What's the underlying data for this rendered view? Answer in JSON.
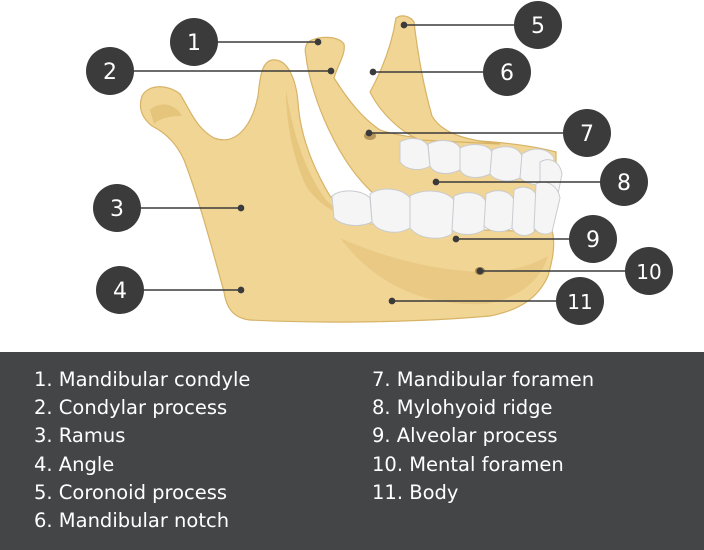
{
  "colors": {
    "bone": "#f1d594",
    "bone_shade": "#e2bf74",
    "bone_outline": "#d7b367",
    "tooth": "#f5f5f6",
    "tooth_edge": "#c9cbd0",
    "label_badge": "#3b3b3c",
    "leader_line": "#3b3b3c",
    "panel": "#444546",
    "panel_text": "#ffffff"
  },
  "labels": [
    {
      "id": "1",
      "name": "Mandibular condyle"
    },
    {
      "id": "2",
      "name": "Condylar process"
    },
    {
      "id": "3",
      "name": "Ramus"
    },
    {
      "id": "4",
      "name": "Angle"
    },
    {
      "id": "5",
      "name": "Coronoid process"
    },
    {
      "id": "6",
      "name": "Mandibular notch"
    },
    {
      "id": "7",
      "name": "Mandibular foramen"
    },
    {
      "id": "8",
      "name": "Mylohyoid ridge"
    },
    {
      "id": "9",
      "name": "Alveolar process"
    },
    {
      "id": "10",
      "name": "Mental foramen"
    },
    {
      "id": "11",
      "name": "Body"
    }
  ],
  "legend": {
    "left": [
      "1. Mandibular condyle",
      "2. Condylar process",
      "3. Ramus",
      "4. Angle",
      "5. Coronoid process",
      "6. Mandibular notch"
    ],
    "right": [
      "7. Mandibular foramen",
      "8. Mylohyoid ridge",
      "9. Alveolar process",
      "10. Mental foramen",
      "11. Body"
    ]
  }
}
